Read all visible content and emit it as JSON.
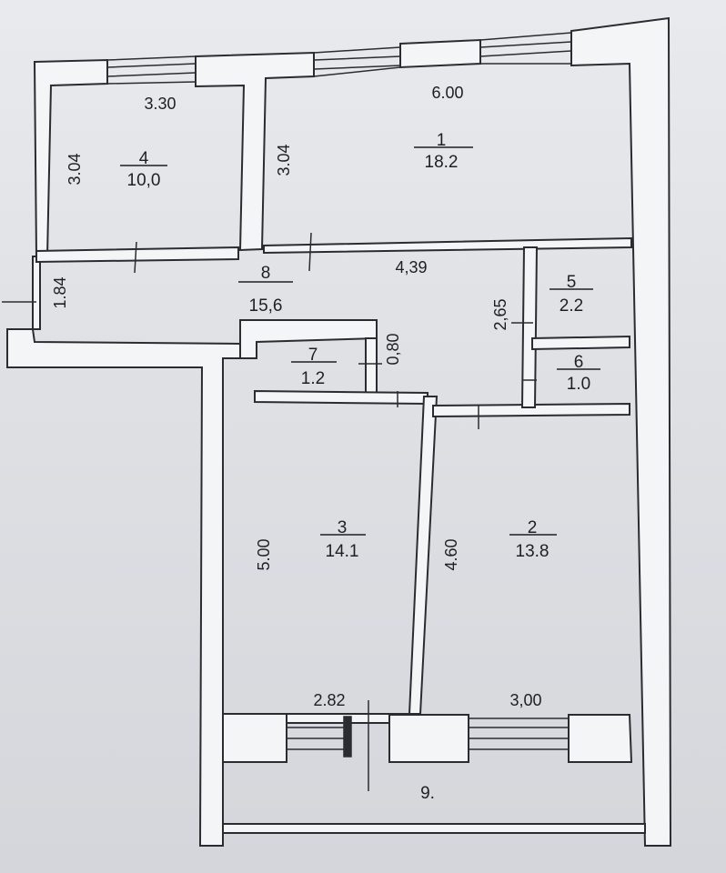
{
  "rooms": [
    {
      "id": "r1",
      "number": "1",
      "area": "18.2"
    },
    {
      "id": "r2",
      "number": "2",
      "area": "13.8"
    },
    {
      "id": "r3",
      "number": "3",
      "area": "14.1"
    },
    {
      "id": "r4",
      "number": "4",
      "area": "10,0"
    },
    {
      "id": "r5",
      "number": "5",
      "area": "2.2"
    },
    {
      "id": "r6",
      "number": "6",
      "area": "1.0"
    },
    {
      "id": "r7",
      "number": "7",
      "area": "1.2"
    },
    {
      "id": "r8",
      "number": "8",
      "area": "15,6"
    },
    {
      "id": "r9",
      "number": "9."
    }
  ],
  "dimensions": {
    "room4_width": "3.30",
    "room4_height": "3.04",
    "room1_width": "6.00",
    "room1_height": "3.04",
    "corridor_width": "4,39",
    "corridor_height": "1.84",
    "room5_height": "2,65",
    "room7_height": "0,80",
    "room3_height": "5.00",
    "room3_width": "2.82",
    "room2_height": "4.60",
    "room2_width": "3,00"
  },
  "colors": {
    "wall": "#ffffff",
    "line": "#2a2c31",
    "paper": "#e4e6ea"
  }
}
